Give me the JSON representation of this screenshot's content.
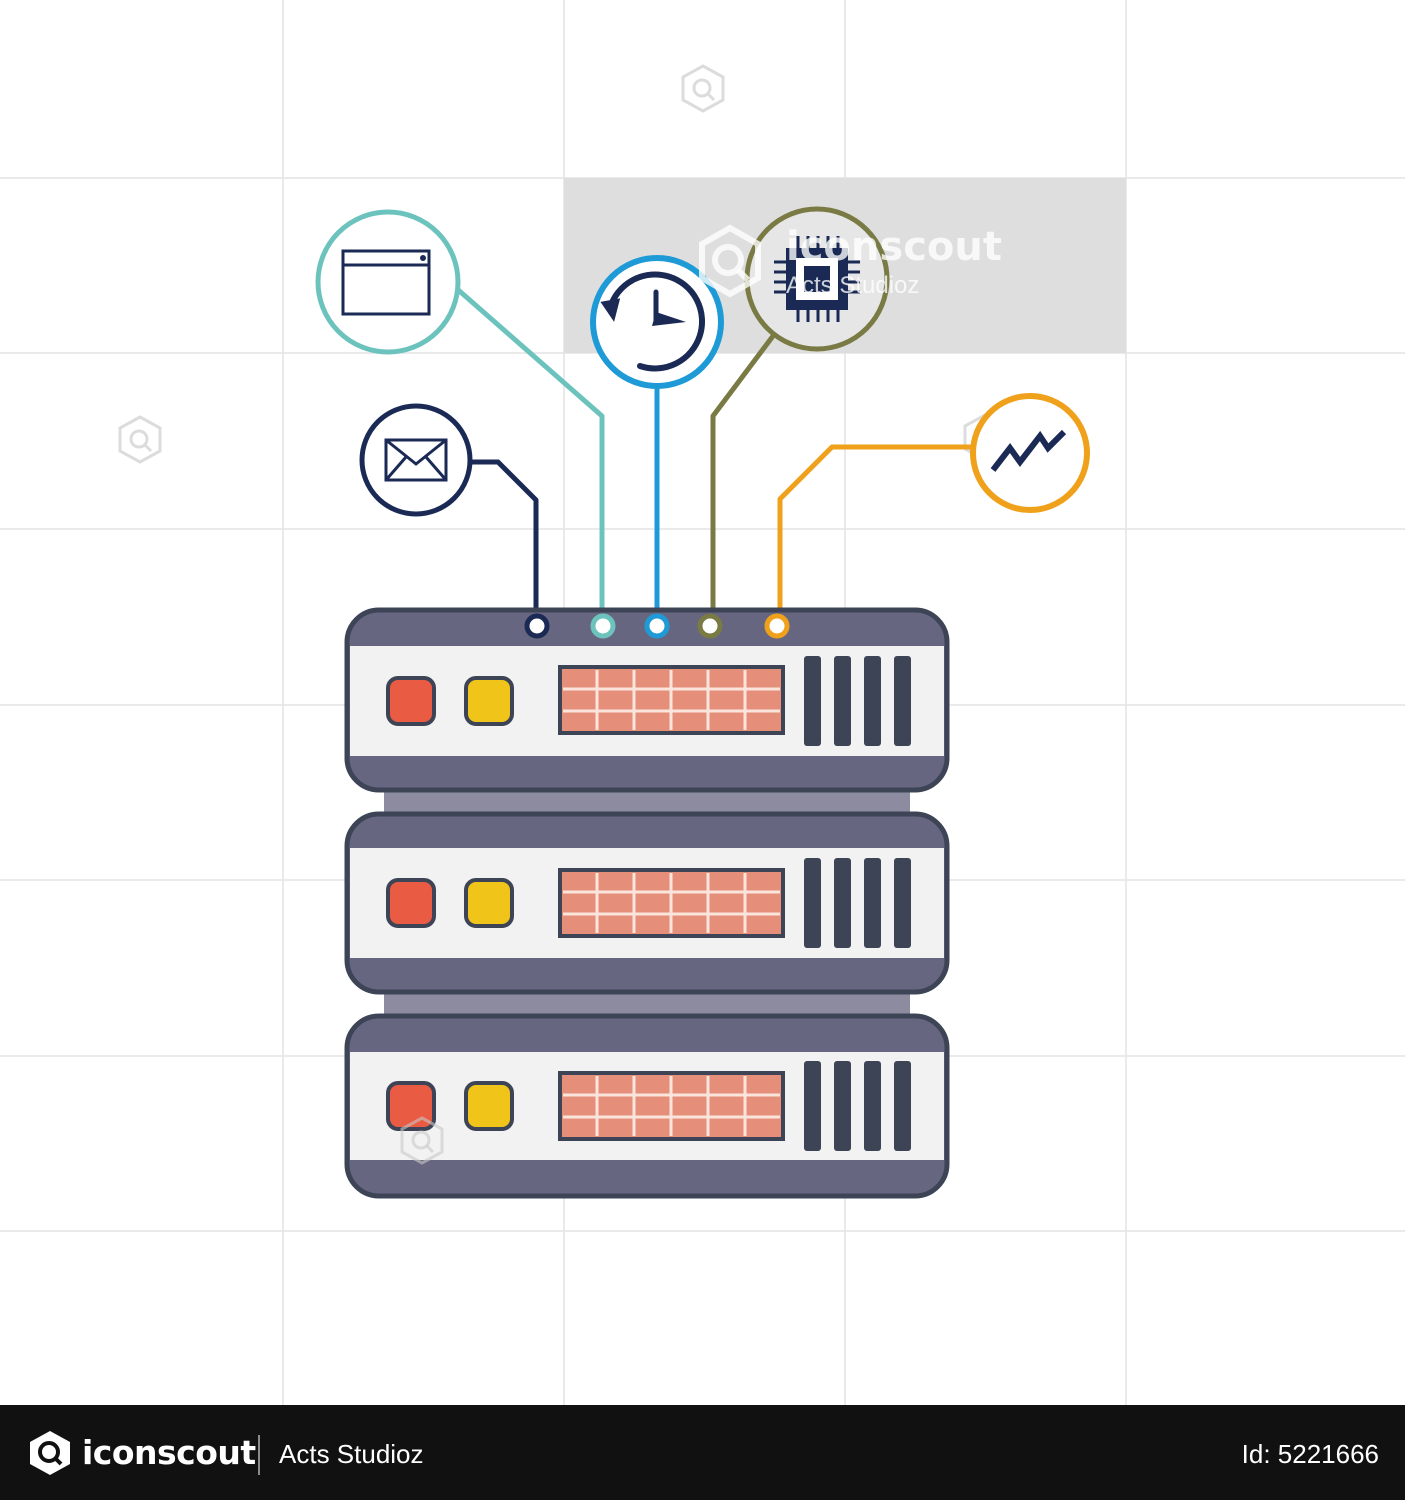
{
  "watermark": {
    "brand": "iconscout",
    "author": "Acts Studioz"
  },
  "footer": {
    "brand": "iconscout",
    "author": "Acts Studioz",
    "id_text": "Id: 5221666"
  },
  "icons": [
    "browser-window-icon",
    "mail-envelope-icon",
    "clock-history-icon",
    "cpu-chip-icon",
    "trend-chart-icon",
    "server-stack-icon"
  ],
  "colors": {
    "navy": "#1a2a55",
    "teal": "#6cc3bd",
    "blue": "#1e9bd7",
    "olive": "#7a7a44",
    "orange": "#f0a11b",
    "server_body": "#676681",
    "server_panel": "#f2f2f2",
    "led_red": "#e95c43",
    "led_yellow": "#f0c419",
    "grille": "#e58f7a",
    "vent": "#3d4456"
  }
}
